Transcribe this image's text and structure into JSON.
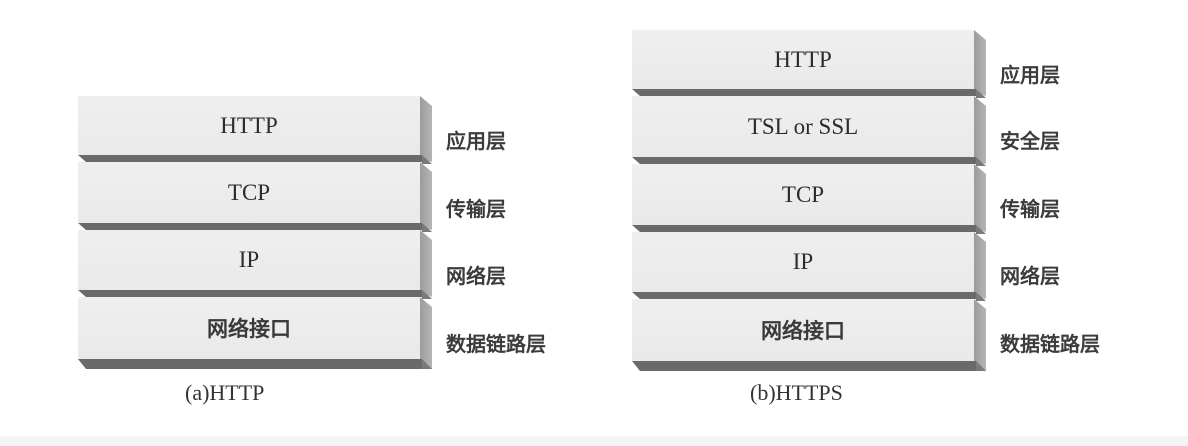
{
  "diagrams": [
    {
      "id": "http",
      "caption": "(a)HTTP",
      "layers": [
        {
          "protocol": "HTTP",
          "layer_name": "应用层"
        },
        {
          "protocol": "TCP",
          "layer_name": "传输层"
        },
        {
          "protocol": "IP",
          "layer_name": "网络层"
        },
        {
          "protocol": "网络接口",
          "layer_name": "数据链路层"
        }
      ]
    },
    {
      "id": "https",
      "caption": "(b)HTTPS",
      "layers": [
        {
          "protocol": "HTTP",
          "layer_name": "应用层"
        },
        {
          "protocol": "TSL or SSL",
          "layer_name": "安全层"
        },
        {
          "protocol": "TCP",
          "layer_name": "传输层"
        },
        {
          "protocol": "IP",
          "layer_name": "网络层"
        },
        {
          "protocol": "网络接口",
          "layer_name": "数据链路层"
        }
      ]
    }
  ],
  "colors": {
    "block_face": "#ececec",
    "block_side": "#a8a8a8",
    "divider": "#6a6a6a",
    "text": "#2b2b2b"
  }
}
